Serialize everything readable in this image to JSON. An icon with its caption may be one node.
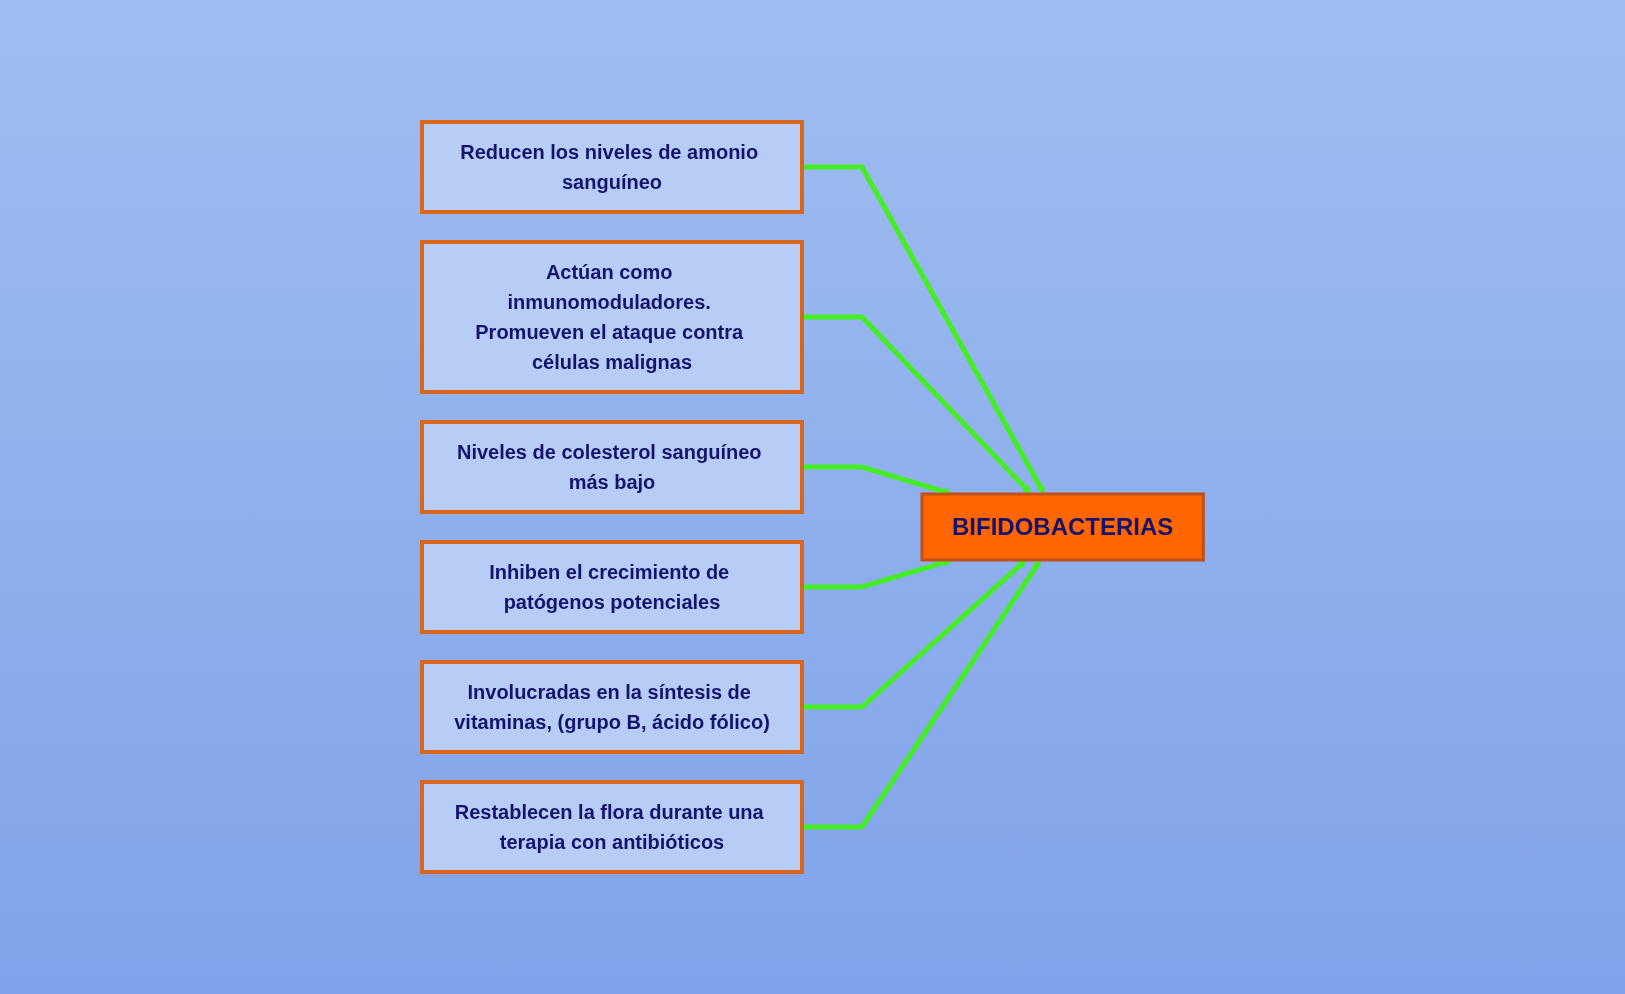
{
  "diagram": {
    "nodes": [
      {
        "text": [
          "Reducen los niveles de amonio sanguíneo"
        ]
      },
      {
        "text": [
          "Actúan como inmunomoduladores. Promueven el ataque contra células malignas"
        ]
      },
      {
        "text": [
          "Niveles de colesterol sanguíneo más bajo"
        ]
      },
      {
        "text": [
          "BIFIDOBACTERIAS"
        ]
      },
      {
        "text": [
          "Inhiben el crecimiento de patógenos potenciales"
        ]
      },
      {
        "text": [
          "Involucradas en la síntesis de vitaminas, (grupo B, ácido fólico)"
        ]
      },
      {
        "text": [
          "Restablecen la flora durante una terapia con antibióticos"
        ]
      }
    ],
    "edges": [
      {
        "from": 0,
        "to": 3,
        "arrow": "to"
      },
      {
        "from": 1,
        "to": 3,
        "arrow": "to"
      },
      {
        "from": 2,
        "to": 3,
        "arrow": "to"
      },
      {
        "from": 4,
        "to": 3,
        "arrow": "to"
      },
      {
        "from": 5,
        "to": 3,
        "arrow": "to"
      },
      {
        "from": 6,
        "to": 3,
        "arrow": "to"
      }
    ]
  }
}
